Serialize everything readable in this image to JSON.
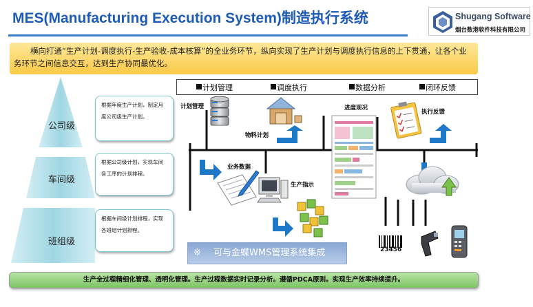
{
  "header": {
    "title": "MES(Manufacturing Execution System)制造执行系统",
    "logo_name": "Shugang Software",
    "logo_company": "烟台数港软件科技有限公司"
  },
  "intro": "横向打通“生产计划-调度执行-生产验收-成本核算”的全业务环节，纵向实现了生产计划与调度执行信息的上下贯通，让各个业务环节之间信息交互，达到生产协同最优化。",
  "levels": [
    {
      "label": "公司级",
      "desc": "根据年度生产计划，制定月度公司级生产计划。"
    },
    {
      "label": "车间级",
      "desc": "根据公司级计划，实现车间各工序的计划排程。"
    },
    {
      "label": "班组级",
      "desc": "根据车间级计划排程，实现各班组计划排程。"
    }
  ],
  "tabs": [
    "计划管理",
    "调度执行",
    "数据分析",
    "闭环反馈"
  ],
  "diagram": {
    "plan_mgmt": "计划管理",
    "material_plan": "物料计划",
    "progress": "进度现况",
    "exec_feedback": "执行反馈",
    "business_data": "业务数据",
    "production_instruction": "生产指示",
    "barcode_digits": "23456"
  },
  "wms_note": "可与金蝶WMS管理系统集成",
  "wms_mark": "※",
  "footer": "生产全过程精细化管理、透明化管理。生产过程数据实时记录分析。遵循PDCA原则。实现生产效率持续提升。",
  "colors": {
    "title_blue": "#1e5bb5",
    "accent_blue": "#1d78c8",
    "footer_green": "#7dc466",
    "intro_yellow": "#f9c947"
  }
}
